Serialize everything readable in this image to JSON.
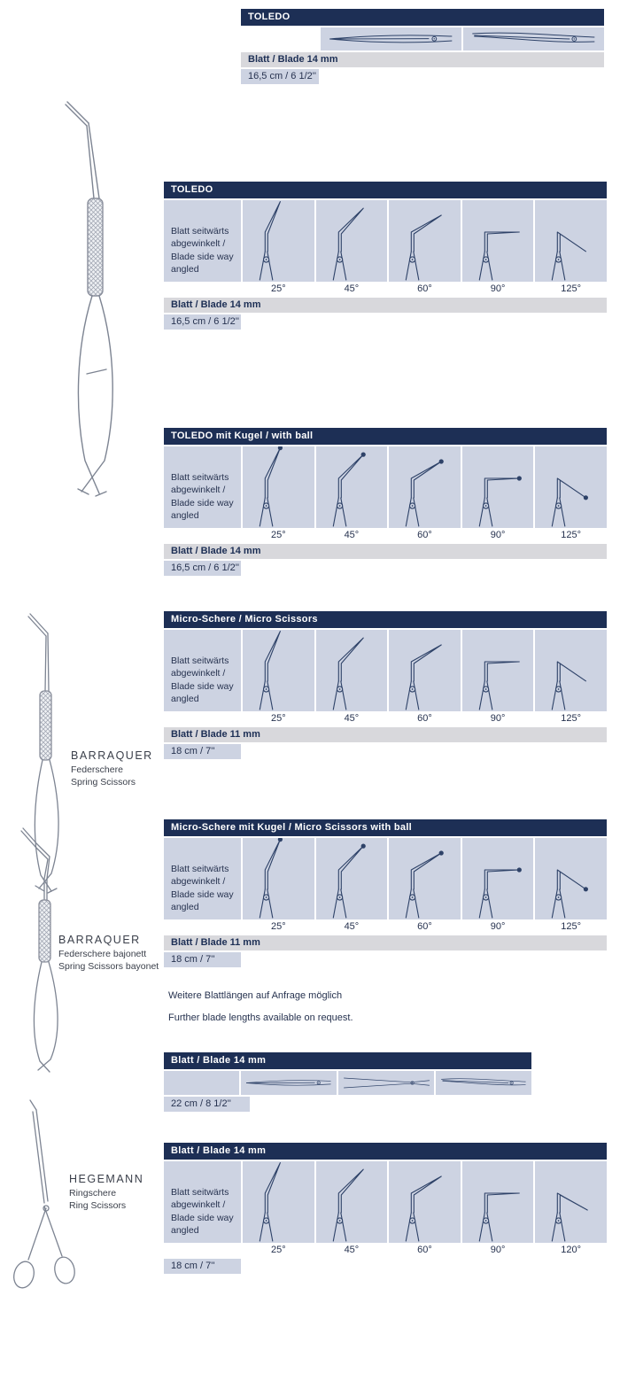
{
  "colors": {
    "header_bar": "#1d2f55",
    "cell_bg": "#cdd3e2",
    "subbar_bg": "#d8d8dc",
    "text": "#26324f",
    "drawing_line": "#2e4268"
  },
  "left_column": {
    "labels": [
      {
        "title": "BARRAQUER",
        "sub1": "Federschere",
        "sub2": "Spring Scissors"
      },
      {
        "title": "BARRAQUER",
        "sub1": "Federschere bajonett",
        "sub2": "Spring Scissors bayonet"
      },
      {
        "title": "HEGEMANN",
        "sub1": "Ringschere",
        "sub2": "Ring Scissors"
      }
    ]
  },
  "tables": {
    "toledo_top": {
      "title": "TOLEDO",
      "icons": [
        "#icon-scissors-straight",
        "#icon-scissors-curved"
      ],
      "blade_bar": "Blatt / Blade 14 mm",
      "size": "16,5 cm / 6 1/2''"
    },
    "toledo_angled": {
      "title": "TOLEDO",
      "side_label": "Blatt seitwärts\nabgewinkelt /\nBlade side way\nangled",
      "angles": [
        "25°",
        "45°",
        "60°",
        "90°",
        "125°"
      ],
      "ball": false,
      "blade_bar": "Blatt / Blade 14 mm",
      "size": "16,5 cm / 6 1/2''"
    },
    "toledo_ball": {
      "title": "TOLEDO mit Kugel / with ball",
      "side_label": "Blatt seitwärts\nabgewinkelt /\nBlade side way\nangled",
      "angles": [
        "25°",
        "45°",
        "60°",
        "90°",
        "125°"
      ],
      "ball": true,
      "blade_bar": "Blatt / Blade 14 mm",
      "size": "16,5 cm / 6 1/2''"
    },
    "micro": {
      "title": "Micro-Schere / Micro Scissors",
      "side_label": "Blatt seitwärts\nabgewinkelt /\nBlade side way\nangled",
      "angles": [
        "25°",
        "45°",
        "60°",
        "90°",
        "125°"
      ],
      "ball": false,
      "blade_bar": "Blatt / Blade 11 mm",
      "size": "18 cm / 7''"
    },
    "micro_ball": {
      "title": "Micro-Schere mit Kugel / Micro Scissors with ball",
      "side_label": "Blatt seitwärts\nabgewinkelt /\nBlade side way\nangled",
      "angles": [
        "25°",
        "45°",
        "60°",
        "90°",
        "125°"
      ],
      "ball": true,
      "blade_bar": "Blatt / Blade 11 mm",
      "size": "18 cm / 7''"
    },
    "blade14_straight": {
      "title": "Blatt / Blade 14 mm",
      "icons": [
        "#icon-scissors-straight",
        "#icon-scissors-open",
        "#icon-scissors-curved"
      ],
      "size": "22 cm / 8 1/2''"
    },
    "blade14_angled": {
      "title": "Blatt / Blade 14 mm",
      "side_label": "Blatt seitwärts\nabgewinkelt /\nBlade side way\nangled",
      "angles": [
        "25°",
        "45°",
        "60°",
        "90°",
        "120°"
      ],
      "ball": false,
      "size": "18 cm / 7''"
    }
  },
  "note": {
    "line1": "Weitere Blattlängen auf Anfrage möglich",
    "line2": "Further blade lengths available on request."
  }
}
